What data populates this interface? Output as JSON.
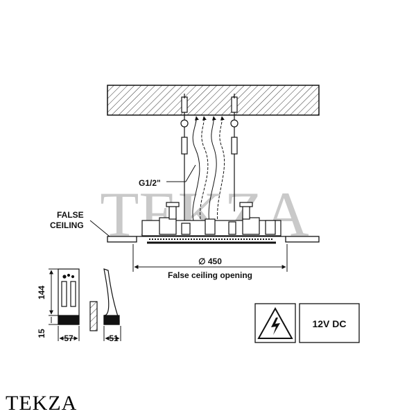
{
  "labels": {
    "connection": "G1/2\"",
    "false_ceiling_line1": "FALSE",
    "false_ceiling_line2": "CEILING",
    "diameter": "∅ 450",
    "opening": "False ceiling opening",
    "height_main": "144",
    "height_base": "15",
    "width_front": "57",
    "width_side": "51",
    "voltage": "12V DC"
  },
  "watermark": "TEKZA",
  "brand": "TEKZA",
  "icons": [
    "electrical-hazard-icon"
  ]
}
